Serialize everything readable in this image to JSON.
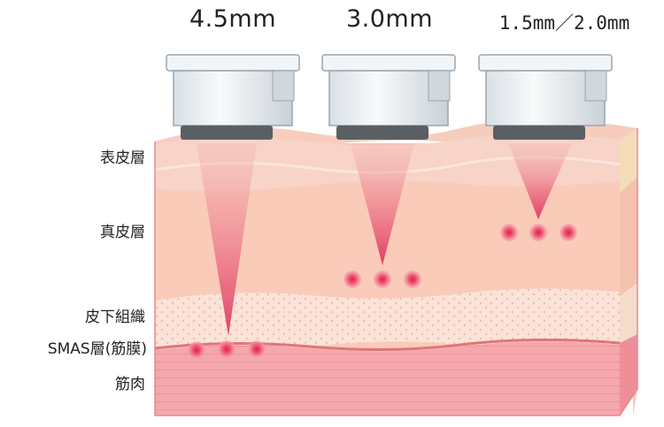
{
  "transducers": [
    {
      "depth_label": "4.5mm"
    },
    {
      "depth_label": "3.0mm"
    },
    {
      "depth_label": "1.5mm／2.0mm"
    }
  ],
  "layers": [
    {
      "label": "表皮層"
    },
    {
      "label": "真皮層"
    },
    {
      "label": "皮下組織"
    },
    {
      "label": "SMAS層(筋膜)"
    },
    {
      "label": "筋肉"
    }
  ],
  "colors": {
    "epidermis": "#f7d3c8",
    "dermis": "#f9cbb8",
    "subcutaneous": "#fae3d8",
    "smas": "#e98a8c",
    "muscle": "#f4a7ac",
    "beam": "#e0345e",
    "transducer": "#e7ecf0"
  }
}
